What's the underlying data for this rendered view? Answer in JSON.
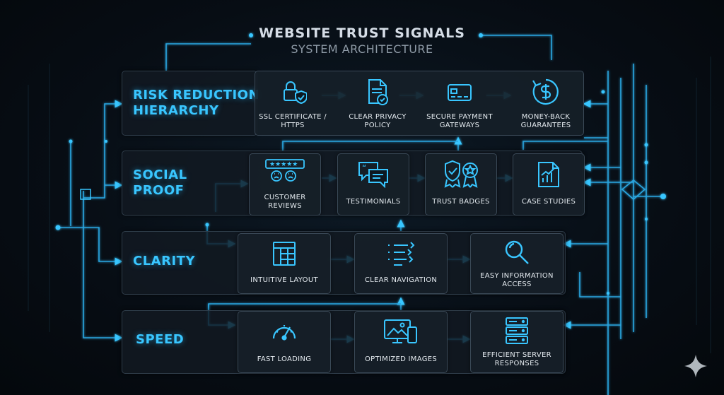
{
  "header": {
    "title": "WEBSITE TRUST SIGNALS",
    "subtitle": "SYSTEM ARCHITECTURE"
  },
  "colors": {
    "accent": "#39c6ff",
    "wire": "#2aa6e0",
    "background": "#070d14"
  },
  "layers": [
    {
      "label_lines": [
        "RISK REDUCTION",
        "HIERARCHY"
      ],
      "items": [
        {
          "label_lines": [
            "SSL CERTIFICATE /",
            "HTTPS"
          ],
          "icon": "lock-shield-icon"
        },
        {
          "label_lines": [
            "CLEAR PRIVACY",
            "POLICY"
          ],
          "icon": "document-check-icon"
        },
        {
          "label_lines": [
            "SECURE PAYMENT",
            "GATEWAYS"
          ],
          "icon": "credit-card-icon"
        },
        {
          "label_lines": [
            "MONEY-BACK",
            "GUARANTEES"
          ],
          "icon": "refund-cycle-icon"
        }
      ]
    },
    {
      "label_lines": [
        "SOCIAL",
        "PROOF"
      ],
      "items": [
        {
          "label_lines": [
            "CUSTOMER",
            "REVIEWS"
          ],
          "icon": "star-rating-icon"
        },
        {
          "label_lines": [
            "TESTIMONIALS"
          ],
          "icon": "chat-bubbles-icon"
        },
        {
          "label_lines": [
            "TRUST BADGES"
          ],
          "icon": "badges-icon"
        },
        {
          "label_lines": [
            "CASE STUDIES"
          ],
          "icon": "report-chart-icon"
        }
      ]
    },
    {
      "label_lines": [
        "CLARITY"
      ],
      "items": [
        {
          "label_lines": [
            "INTUITIVE LAYOUT"
          ],
          "icon": "layout-grid-icon"
        },
        {
          "label_lines": [
            "CLEAR NAVIGATION"
          ],
          "icon": "nav-list-icon"
        },
        {
          "label_lines": [
            "EASY INFORMATION",
            "ACCESS"
          ],
          "icon": "magnifier-icon"
        }
      ]
    },
    {
      "label_lines": [
        "SPEED"
      ],
      "items": [
        {
          "label_lines": [
            "FAST LOADING"
          ],
          "icon": "speedometer-icon"
        },
        {
          "label_lines": [
            "OPTIMIZED IMAGES"
          ],
          "icon": "devices-image-icon"
        },
        {
          "label_lines": [
            "EFFICIENT SERVER",
            "RESPONSES"
          ],
          "icon": "server-stack-icon"
        }
      ]
    }
  ]
}
